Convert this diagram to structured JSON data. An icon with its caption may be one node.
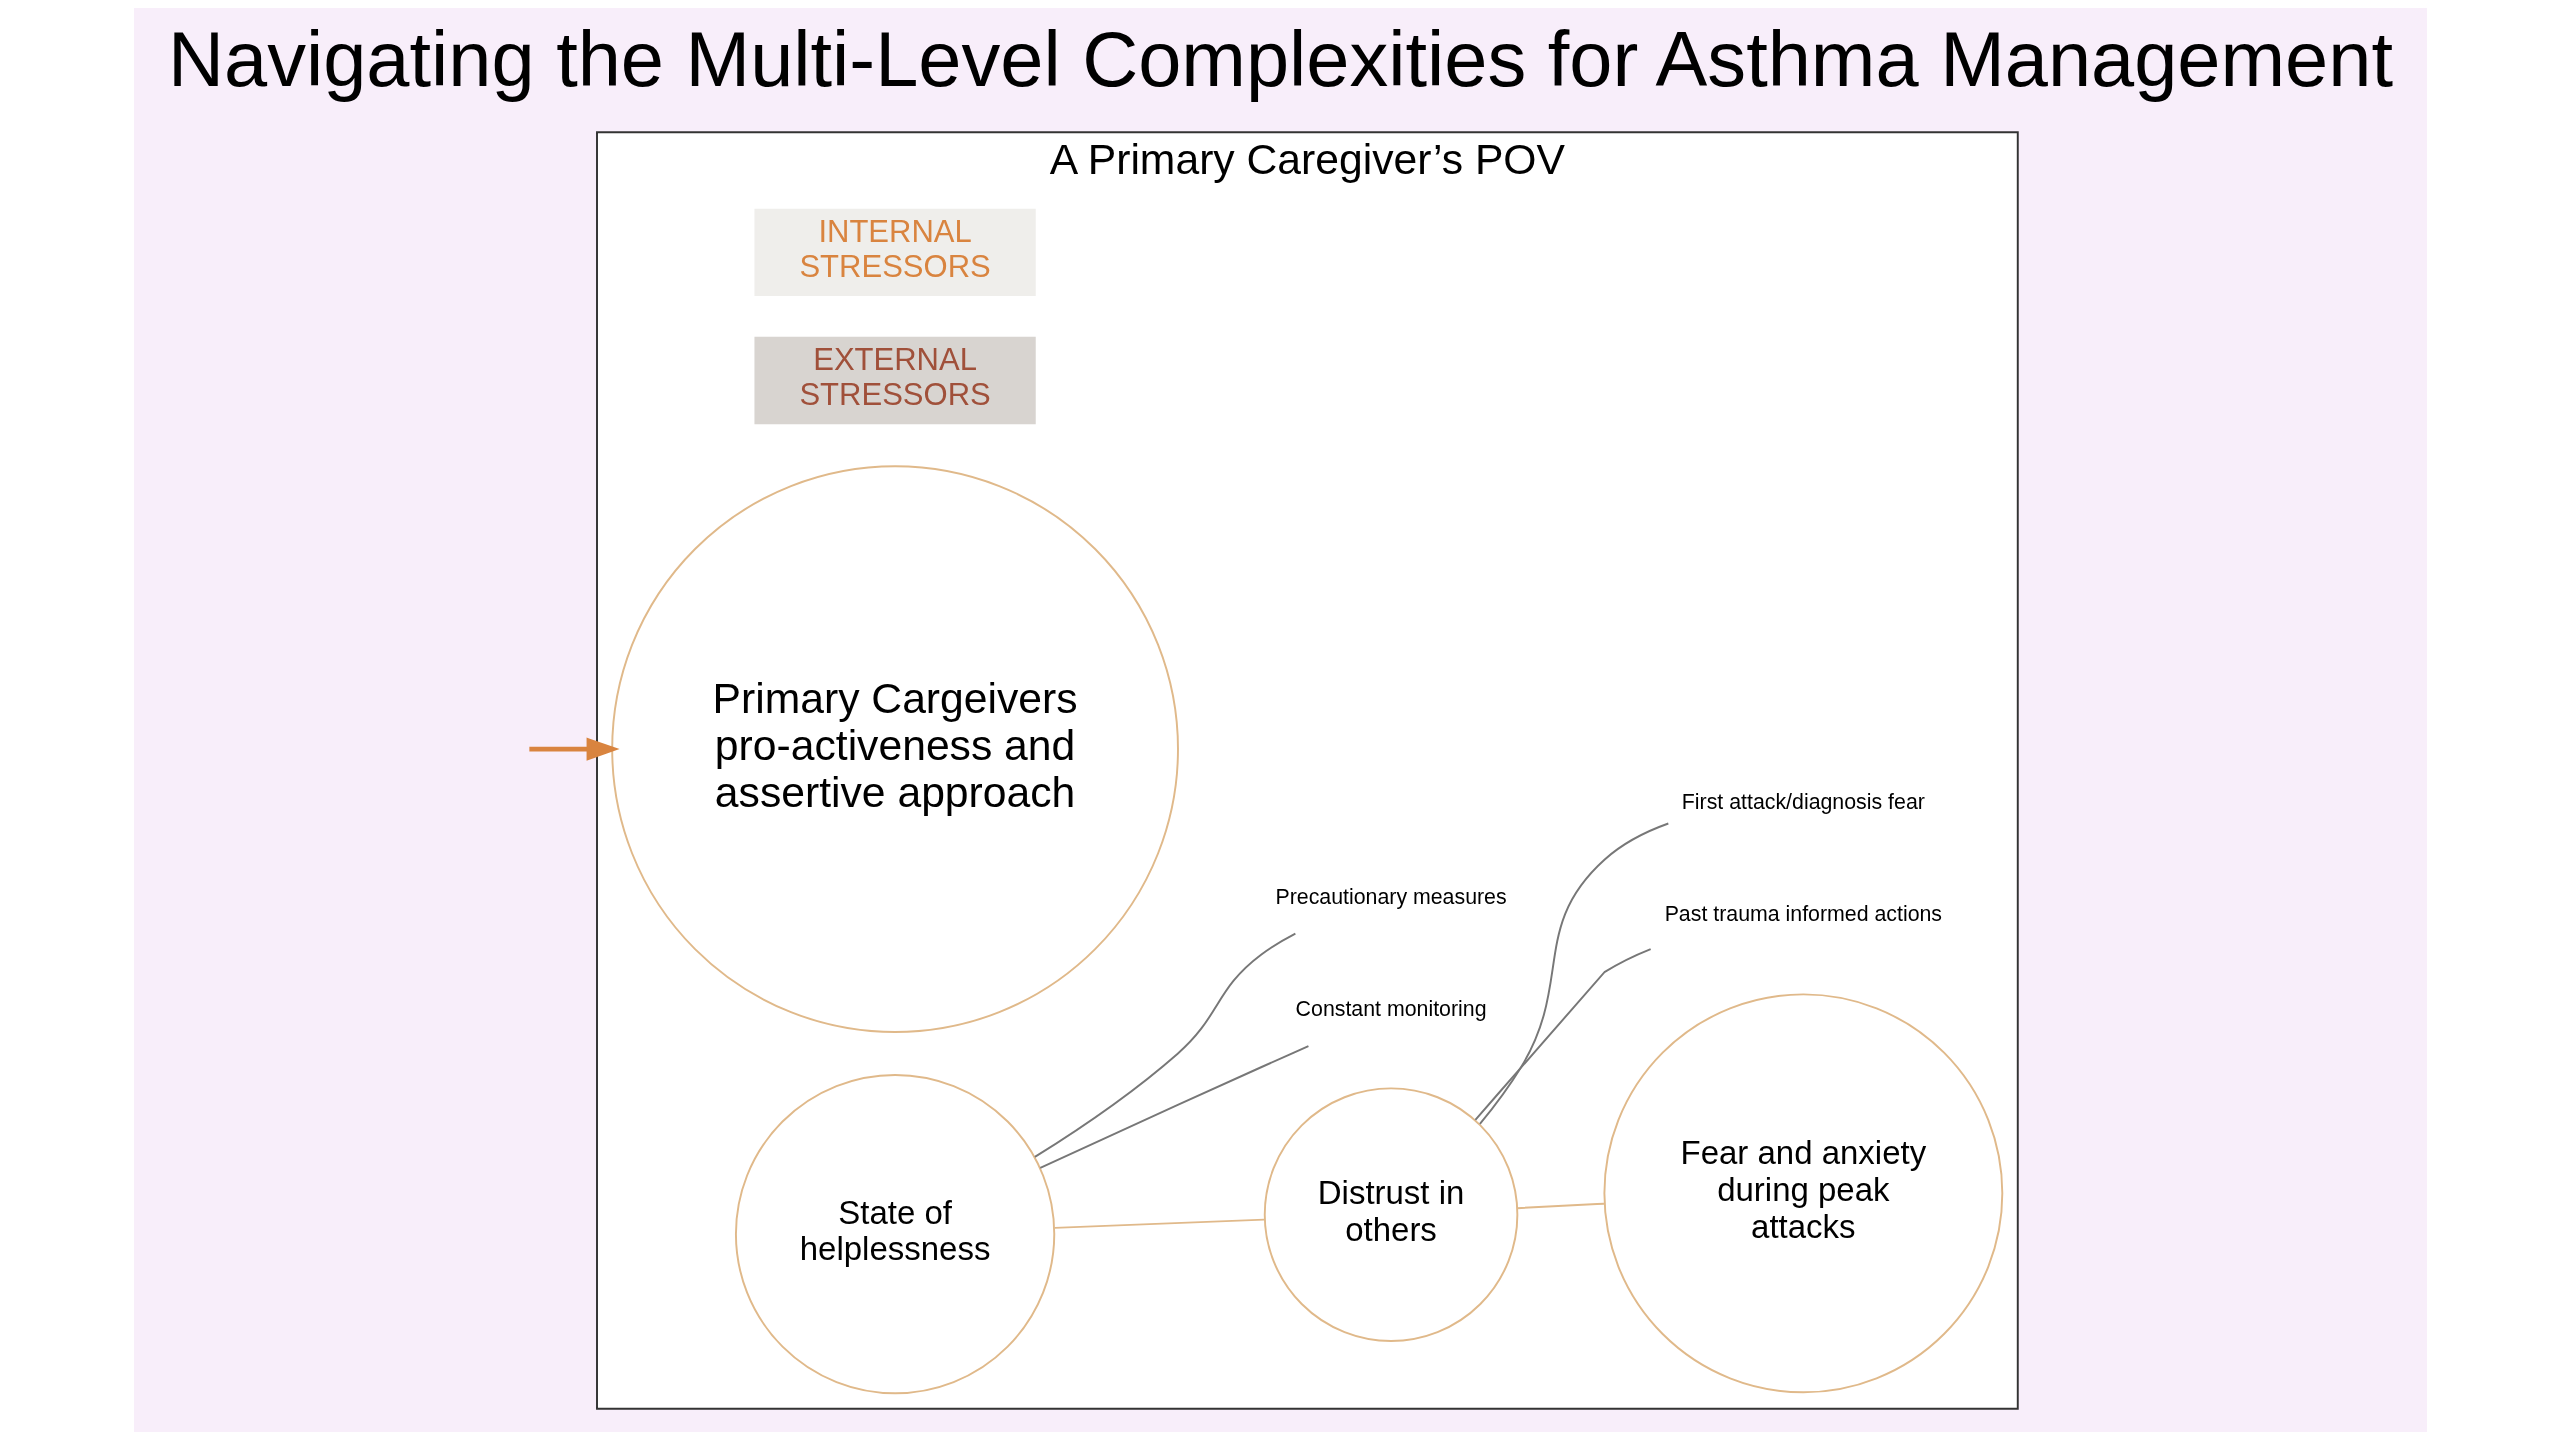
{
  "diagram": {
    "title": "Navigating the Multi-Level Complexities for Asthma Management",
    "nodes": [
      {
        "text": [
          "A Primary Caregiver’s POV"
        ]
      },
      {
        "text": [
          "INTERNAL STRESSORS"
        ],
        "in": 0
      },
      {
        "text": [
          "EXTERNAL STRESSORS"
        ],
        "in": 0
      },
      {
        "text": [
          "Primary Cargeivers pro-activeness and assertive approach"
        ],
        "in": 0
      },
      {
        "text": [
          "State of helplessness"
        ],
        "in": 0
      },
      {
        "text": [
          "Distrust in others"
        ],
        "in": 0
      },
      {
        "text": [
          "Fear and anxiety during peak attacks"
        ],
        "in": 0
      },
      {
        "text": [
          "Constant monitoring"
        ],
        "in": 0
      },
      {
        "text": [
          "Precautionary measures"
        ],
        "in": 0
      },
      {
        "text": [
          "Past trauma informed actions"
        ],
        "in": 0
      },
      {
        "text": [
          "First attack/diagnosis fear"
        ],
        "in": 0
      }
    ],
    "edges": [
      {
        "from": null,
        "to": 3,
        "arrow": "to",
        "color": "#d9843f"
      },
      {
        "from": 4,
        "to": 5,
        "arrow": "none",
        "color": "#e0b98a"
      },
      {
        "from": 5,
        "to": 6,
        "arrow": "none",
        "color": "#e0b98a"
      },
      {
        "from": 4,
        "to": 7,
        "arrow": "none"
      },
      {
        "from": 4,
        "to": 8,
        "arrow": "none"
      },
      {
        "from": 5,
        "to": 9,
        "arrow": "none"
      },
      {
        "from": 5,
        "to": 10,
        "arrow": "none"
      }
    ]
  }
}
